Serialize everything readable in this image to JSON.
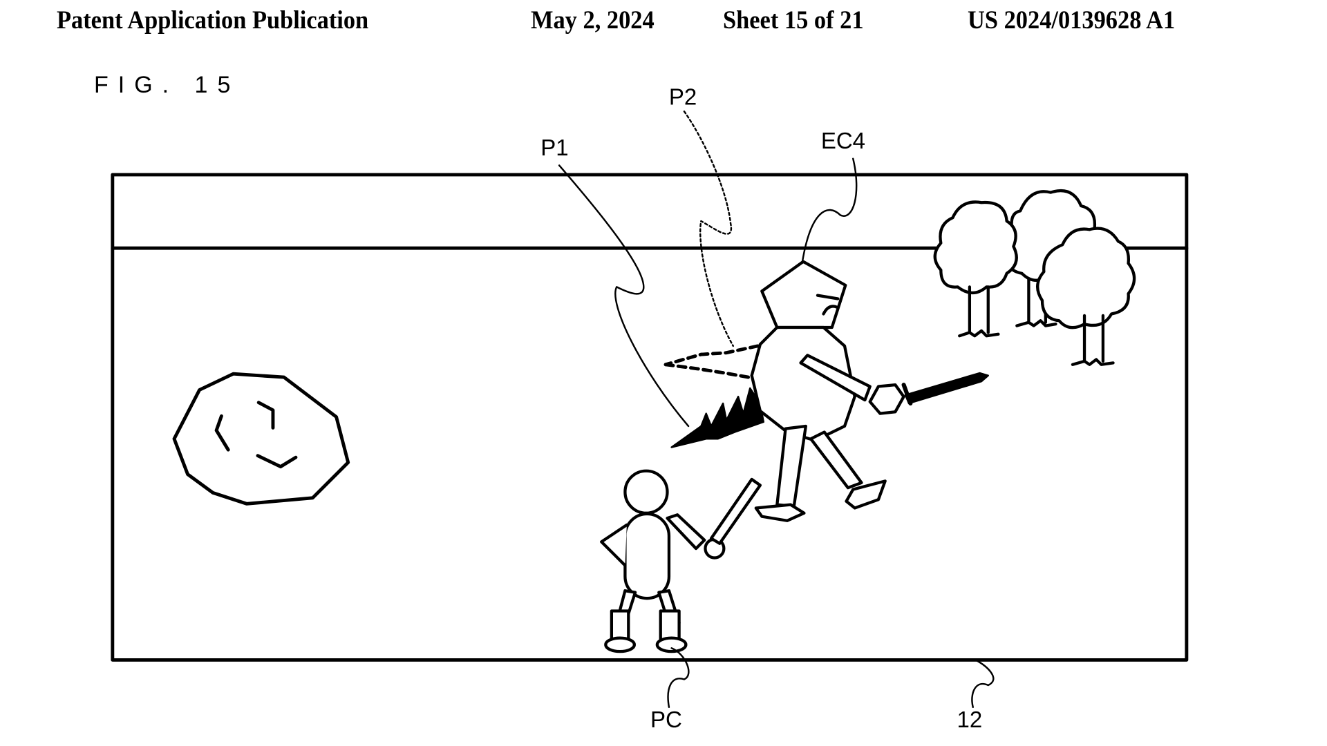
{
  "header": {
    "publication_type": "Patent Application Publication",
    "date": "May 2, 2024",
    "sheet": "Sheet 15 of 21",
    "publication_number": "US 2024/0139628 A1"
  },
  "figure": {
    "label": "FIG. 15",
    "reference_labels": {
      "p1": "P1",
      "p2": "P2",
      "ec4": "EC4",
      "pc": "PC",
      "screen": "12"
    },
    "elements": [
      "game-screen-frame",
      "horizon-line",
      "rock-object",
      "enemy-character-knight",
      "enemy-sword",
      "attack-effect-solid-lightning",
      "attack-effect-dashed-lightning",
      "player-character-with-stick",
      "trees"
    ]
  }
}
